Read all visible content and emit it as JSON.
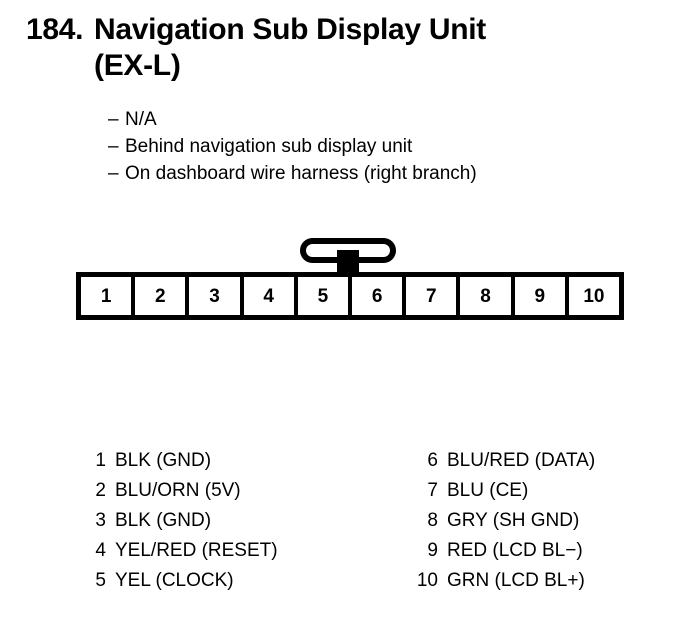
{
  "heading": {
    "number": "184.",
    "title_line_1": "Navigation Sub Display Unit",
    "title_line_2": "(EX-L)"
  },
  "notes": {
    "dash": "–",
    "items": [
      "N/A",
      "Behind navigation sub display unit",
      "On dashboard wire harness (right branch)"
    ]
  },
  "connector": {
    "pins": [
      "1",
      "2",
      "3",
      "4",
      "5",
      "6",
      "7",
      "8",
      "9",
      "10"
    ],
    "latch_label": "connector-latch-tab"
  },
  "legend": {
    "left": [
      {
        "pin": "1",
        "wire": "BLK (GND)"
      },
      {
        "pin": "2",
        "wire": "BLU/ORN (5V)"
      },
      {
        "pin": "3",
        "wire": "BLK (GND)"
      },
      {
        "pin": "4",
        "wire": "YEL/RED (RESET)"
      },
      {
        "pin": "5",
        "wire": "YEL (CLOCK)"
      }
    ],
    "right": [
      {
        "pin": "6",
        "wire": "BLU/RED (DATA)"
      },
      {
        "pin": "7",
        "wire": "BLU (CE)"
      },
      {
        "pin": "8",
        "wire": "GRY (SH GND)"
      },
      {
        "pin": "9",
        "wire": "RED (LCD BL−)"
      },
      {
        "pin": "10",
        "wire": "GRN (LCD BL+)"
      }
    ]
  },
  "colors": {
    "ink": "#000000",
    "paper": "#ffffff"
  }
}
